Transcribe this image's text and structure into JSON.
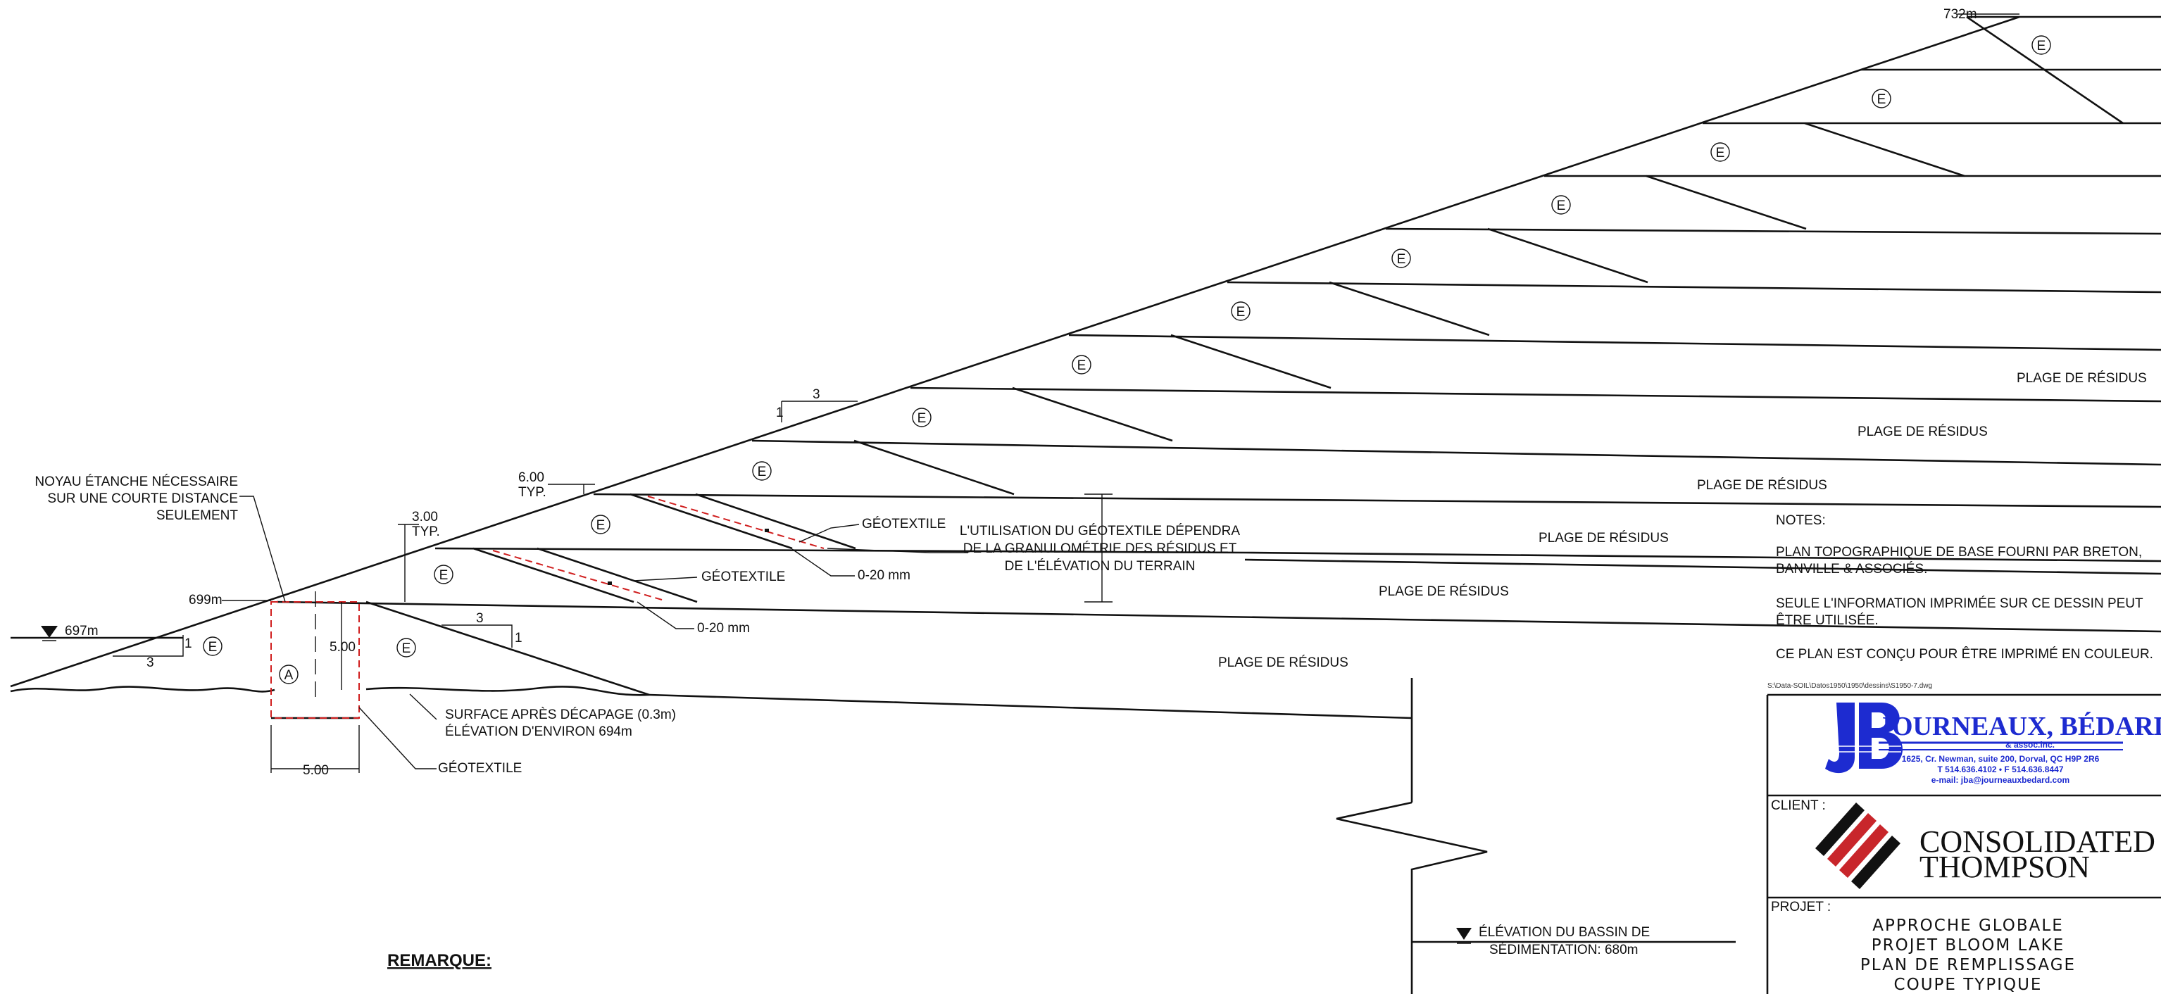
{
  "elevations": {
    "crest": "732m",
    "starter_dike": "699m",
    "water_level": "697m",
    "basin": "ÉLÉVATION DU BASSIN DE",
    "basin_2": "SÉDIMENTATION: 680m"
  },
  "zone_labels": {
    "E": "E",
    "A": "A"
  },
  "dimensions": {
    "slope_run": "3",
    "slope_rise": "1",
    "crest_width": "6.00",
    "crest_typ": "TYP.",
    "lift_height": "3.00",
    "lift_typ": "TYP.",
    "core_depth": "5.00",
    "core_width": "5.00"
  },
  "callouts": {
    "core_note_1": "NOYAU ÉTANCHE  NÉCESSAIRE",
    "core_note_2": "SUR UNE COURTE DISTANCE",
    "core_note_3": "SEULEMENT",
    "geotextile": "GÉOTEXTILE",
    "filter": "0-20 mm",
    "geo_note_1": "L'UTILISATION DU GÉOTEXTILE DÉPENDRA",
    "geo_note_2": "DE LA GRANULOMÉTRIE DES RÉSIDUS ET",
    "geo_note_3": "DE L'ÉLÉVATION DU TERRAIN",
    "surface_1": "SURFACE APRÈS DÉCAPAGE (0.3m)",
    "surface_2": "ÉLÉVATION D'ENVIRON 694m",
    "tailings_beach": "PLAGE DE RÉSIDUS"
  },
  "notes": {
    "heading": "NOTES:",
    "n1_line1": "PLAN TOPOGRAPHIQUE DE BASE FOURNI PAR BRETON,",
    "n1_line2": "BANVILLE & ASSOCIÉS.",
    "n2_line1": "SEULE L'INFORMATION IMPRIMÉE SUR CE DESSIN PEUT",
    "n2_line2": "ÊTRE UTILISÉE.",
    "n3": "CE PLAN EST CONÇU POUR ÊTRE IMPRIMÉ EN COULEUR.",
    "file_path": "S:\\Data-SOIL\\Datos1950\\1950\\dessins\\S1950-7.dwg"
  },
  "remark": "REMARQUE:",
  "title_block": {
    "firm_name": "JOURNEAUX, BÉDARD",
    "firm_sub": "& assoc.inc.",
    "firm_address": "1625, Cr. Newman, suite 200, Dorval, QC  H9P 2R6",
    "firm_phone": "T 514.636.4102  •  F 514.636.8447",
    "firm_email": "e-mail: jba@journeauxbedard.com",
    "client_label": "CLIENT :",
    "client_line1": "CONSOLIDATED",
    "client_line2": "THOMPSON",
    "project_label": "PROJET :",
    "project_line1": "APPROCHE  GLOBALE",
    "project_line2": "PROJET  BLOOM  LAKE",
    "project_line3": "PLAN  DE  REMPLISSAGE",
    "project_line4": "COUPE  TYPIQUE"
  },
  "colors": {
    "line": "#111111",
    "geotextile_dash": "#d01f1f",
    "firm_blue": "#1d2bd0",
    "client_red": "#c8262b"
  }
}
